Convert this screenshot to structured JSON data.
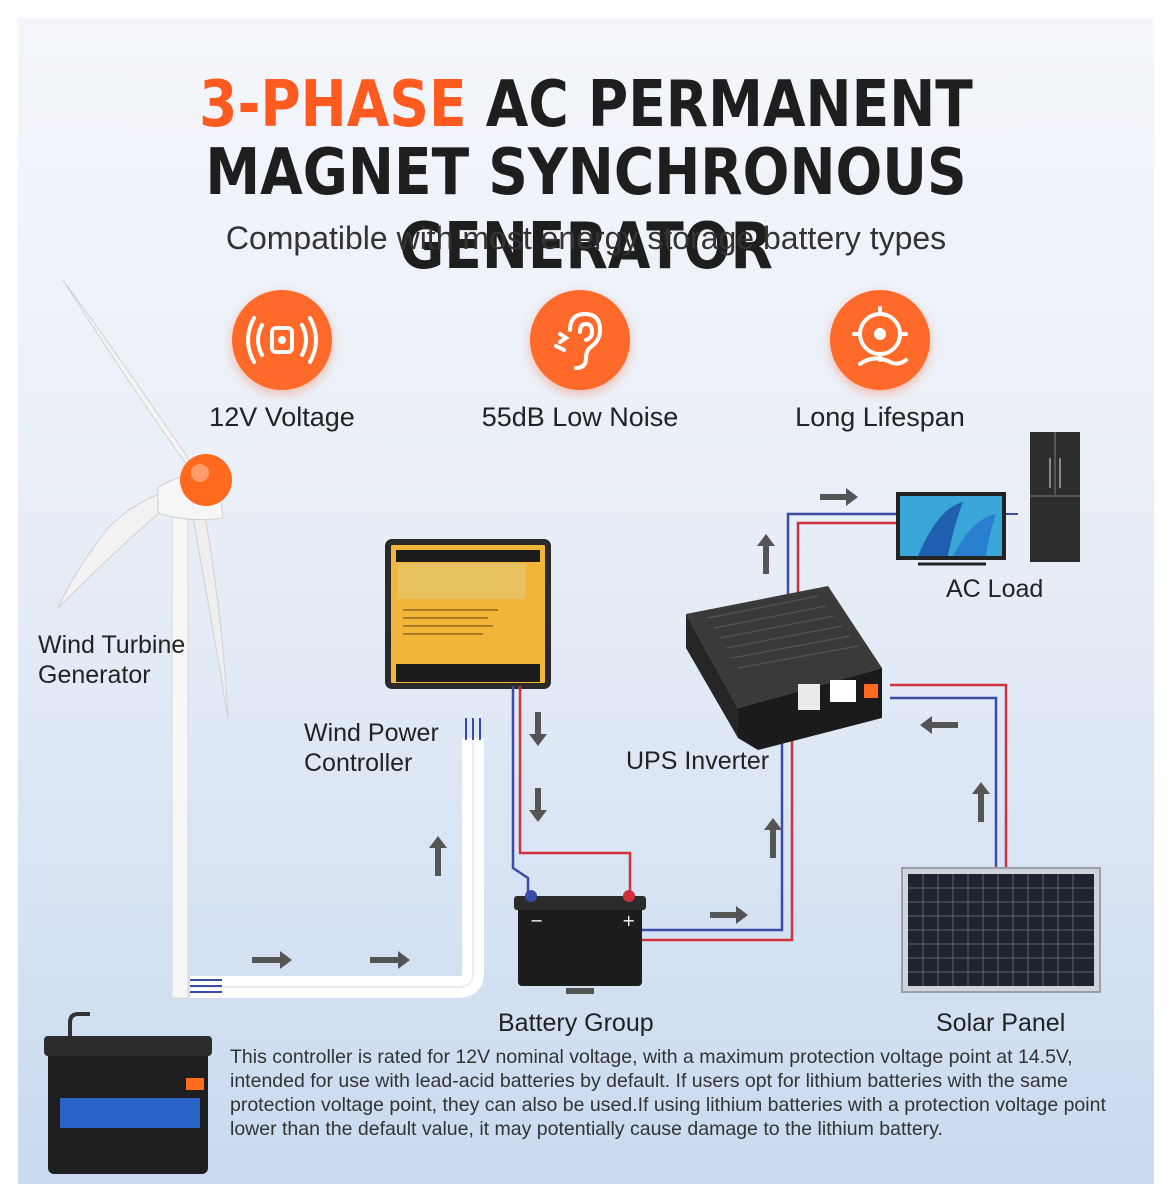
{
  "header": {
    "title_accent": "3-PHASE",
    "title_rest": " AC PERMANENT",
    "title_line2": "MAGNET SYNCHRONOUS GENERATOR",
    "subtitle": "Compatible with most energy storage battery types"
  },
  "features": [
    {
      "label": "12V Voltage",
      "icon": "vibration-icon"
    },
    {
      "label": "55dB Low Noise",
      "icon": "ear-icon"
    },
    {
      "label": "Long Lifespan",
      "icon": "gear-hand-icon"
    }
  ],
  "components": {
    "turbine": "Wind Turbine\nGenerator",
    "controller": "Wind Power\nController",
    "inverter": "UPS Inverter",
    "ac_load": "AC Load",
    "battery": "Battery Group",
    "solar": "Solar Panel"
  },
  "note": "This controller is rated for 12V nominal voltage, with a maximum protection voltage point at 14.5V, intended for use with lead-acid batteries by default. If users opt for lithium batteries with the same protection voltage point, they can also be used.If using lithium batteries with a protection voltage point lower than the default value, it may potentially cause damage to the lithium battery.",
  "colors": {
    "accent": "#ff5a1f",
    "wire_red": "#d0323c",
    "wire_blue": "#3a4ba8"
  }
}
